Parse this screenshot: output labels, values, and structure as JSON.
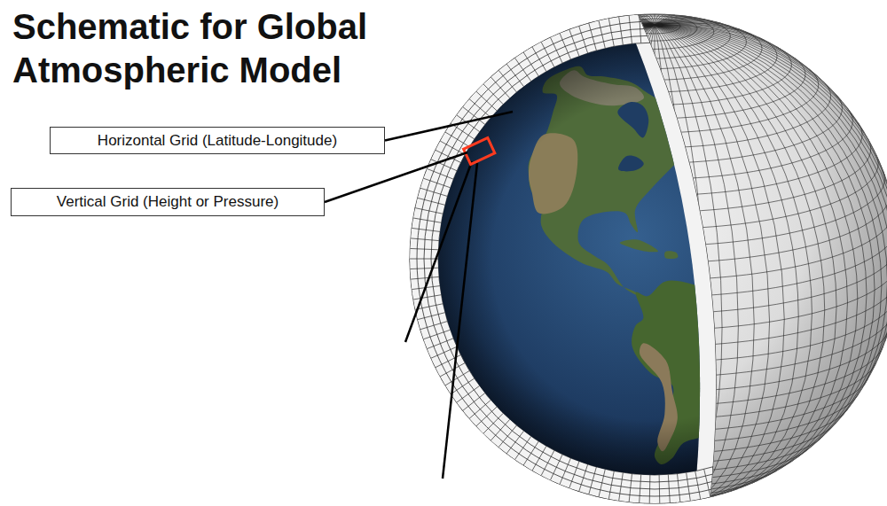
{
  "diagram": {
    "title": "Schematic for Global Atmospheric Model",
    "nodes": [
      {
        "text": [
          "Horizontal Grid (Latitude-Longitude)"
        ]
      },
      {
        "text": [
          "Vertical Grid (Height or Pressure)"
        ]
      }
    ]
  }
}
